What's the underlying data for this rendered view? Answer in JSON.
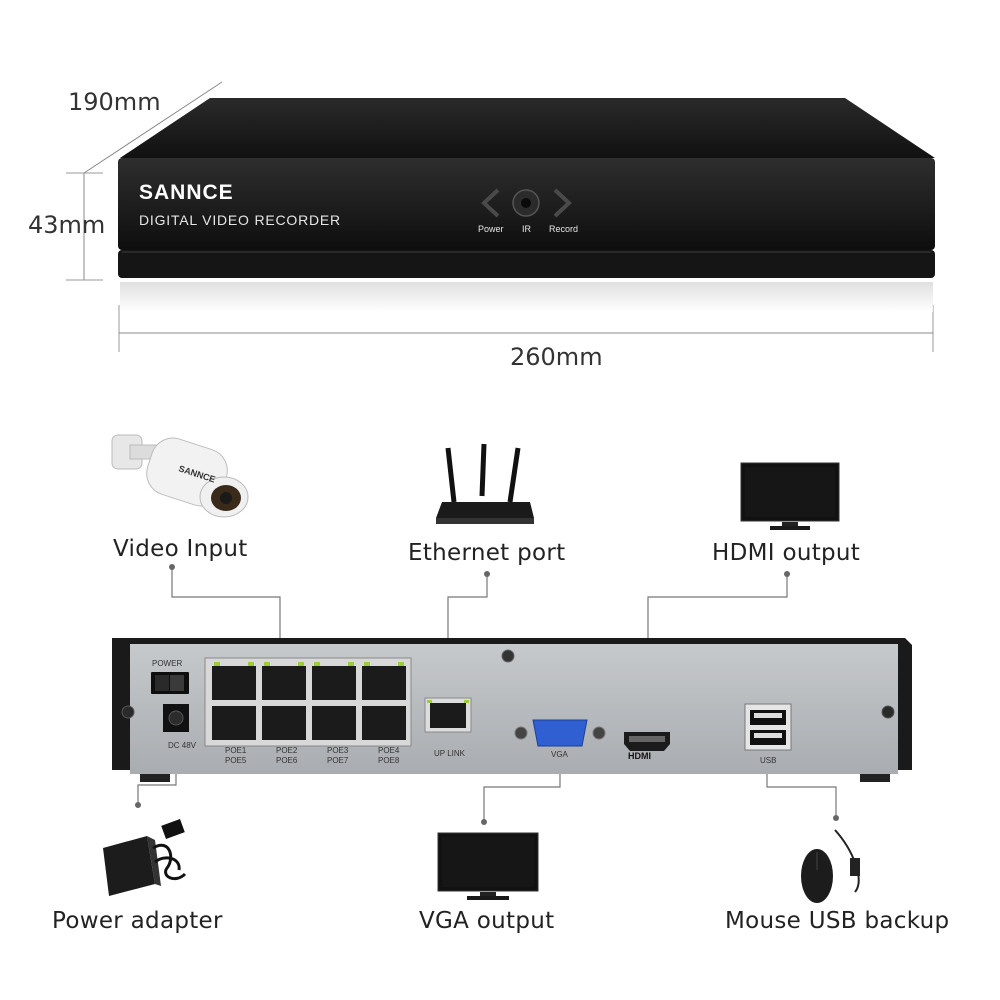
{
  "dimensions": {
    "depth": "190mm",
    "height": "43mm",
    "width": "260mm"
  },
  "front_panel": {
    "brand": "SANNCE",
    "subtitle": "DIGITAL VIDEO RECORDER",
    "indicators": [
      "Power",
      "IR",
      "Record"
    ]
  },
  "rear_panel": {
    "power_label": "POWER",
    "dc_label": "DC 48V",
    "poe_ports": [
      {
        "top": "POE1",
        "bottom": "POE5"
      },
      {
        "top": "POE2",
        "bottom": "POE6"
      },
      {
        "top": "POE3",
        "bottom": "POE7"
      },
      {
        "top": "POE4",
        "bottom": "POE8"
      }
    ],
    "uplink_label": "UP LINK",
    "vga_label": "VGA",
    "hdmi_label": "HDMI",
    "usb_label": "USB"
  },
  "callouts": {
    "video_input": "Video Input",
    "ethernet_port": "Ethernet port",
    "hdmi_output": "HDMI output",
    "power_adapter": "Power adapter",
    "vga_output": "VGA output",
    "mouse_usb_backup": "Mouse USB backup"
  },
  "camera_brand": "SANNCE",
  "colors": {
    "device_black": "#1c1c1c",
    "rear_panel_gray": "#b9bcc0",
    "led_green": "#9ccc3a",
    "vga_blue": "#2f5fd0",
    "line_gray": "#666666"
  }
}
